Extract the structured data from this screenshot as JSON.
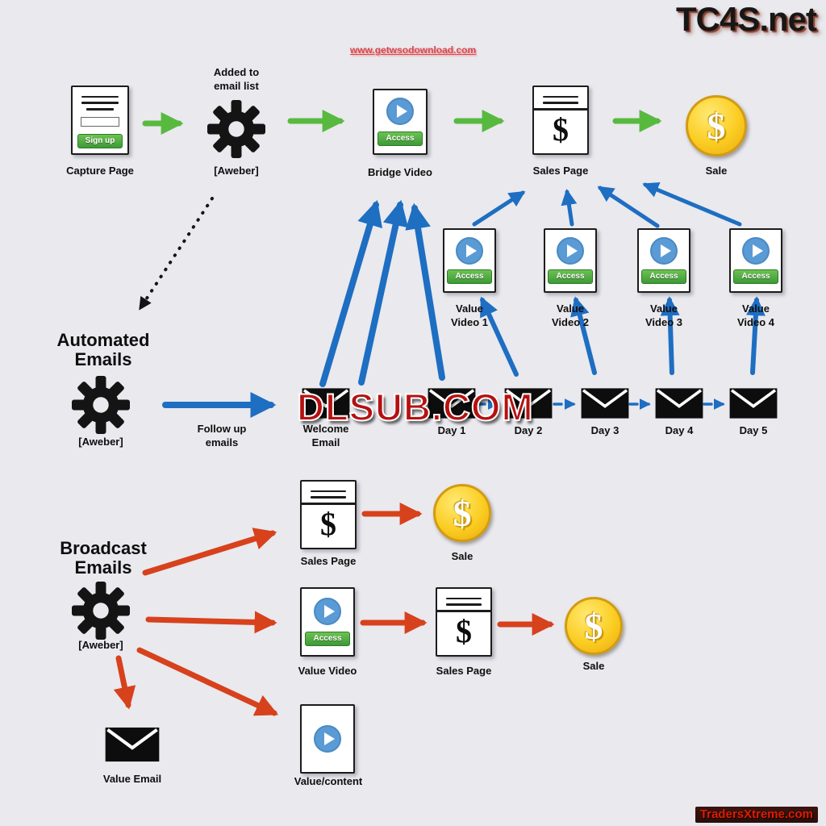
{
  "watermarks": {
    "top_right": "TC4S.net",
    "top_center": "www.getwsodownload.com",
    "center": "DLSUB.COM",
    "bottom_right": "TradersXtreme.com"
  },
  "icons": {
    "dollar": "$"
  },
  "colors": {
    "background": "#e9e9ee",
    "green_arrow": "#58b93f",
    "blue_arrow": "#1e6ec2",
    "red_arrow": "#d7411c",
    "coin_gold": "#fbcd22",
    "access_green": "#3d9a36"
  },
  "top_flow": {
    "capture_page": {
      "label": "Capture Page",
      "signup_button": "Sign up"
    },
    "added_caption": "Added to\nemail list",
    "aweber_label": "[Aweber]",
    "bridge_video": {
      "label": "Bridge Video",
      "access_button": "Access"
    },
    "sales_page_label": "Sales Page",
    "sale_label": "Sale"
  },
  "automated": {
    "heading": "Automated\nEmails",
    "aweber_label": "[Aweber]",
    "follow_up_caption": "Follow up\nemails",
    "emails": [
      {
        "label": "Welcome\nEmail"
      },
      {
        "label": "Day 1"
      },
      {
        "label": "Day 2"
      },
      {
        "label": "Day 3"
      },
      {
        "label": "Day 4"
      },
      {
        "label": "Day 5"
      }
    ],
    "videos": [
      {
        "label": "Value\nVideo 1",
        "access_button": "Access"
      },
      {
        "label": "Value\nVideo 2",
        "access_button": "Access"
      },
      {
        "label": "Value\nVideo 3",
        "access_button": "Access"
      },
      {
        "label": "Value\nVideo 4",
        "access_button": "Access"
      }
    ]
  },
  "broadcast": {
    "heading": "Broadcast\nEmails",
    "aweber_label": "[Aweber]",
    "path1": {
      "sales_page_label": "Sales Page",
      "sale_label": "Sale"
    },
    "path2": {
      "value_video_label": "Value Video",
      "access_button": "Access",
      "sales_page_label": "Sales Page",
      "sale_label": "Sale"
    },
    "value_email_label": "Value Email",
    "value_content_label": "Value/content"
  }
}
